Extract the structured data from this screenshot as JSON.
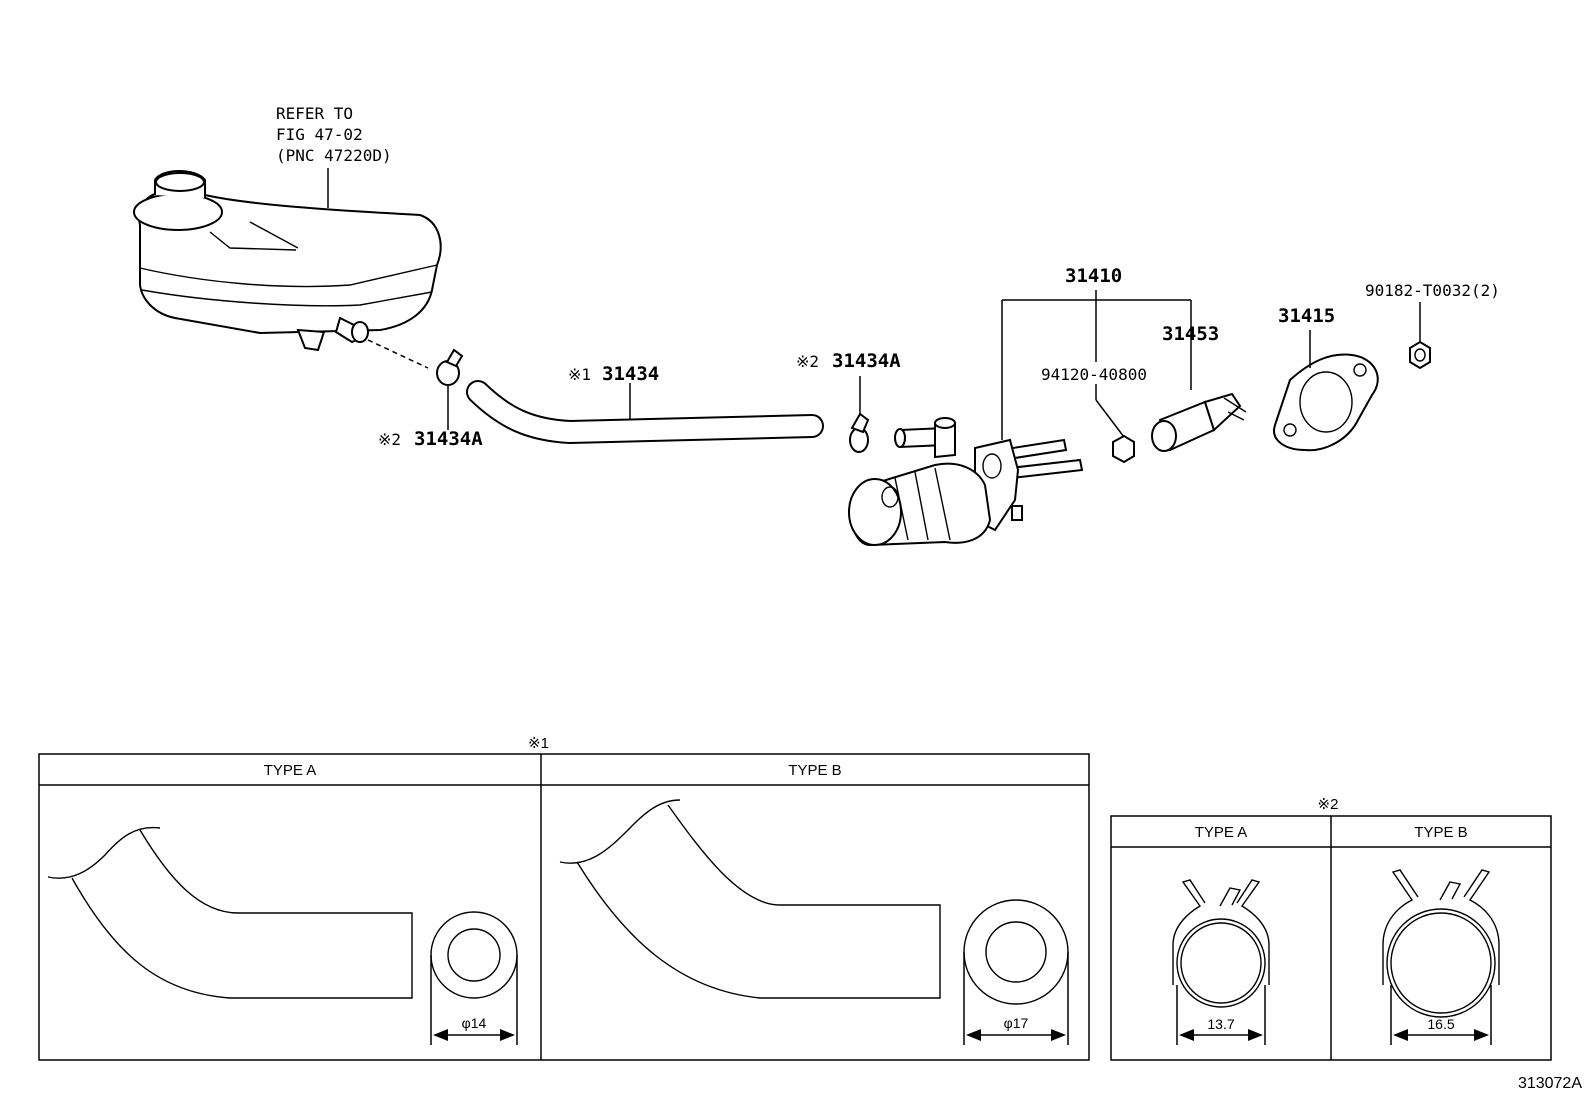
{
  "reference_note": [
    "REFER TO",
    "FIG 47-02",
    "(PNC 47220D)"
  ],
  "callouts": {
    "hose": "31434",
    "hose_mark": "※1",
    "clip_left": "31434A",
    "clip_left_mark": "※2",
    "clip_right": "31434A",
    "clip_right_mark": "※2",
    "master_cylinder_assy": "31410",
    "bolt": "94120-40800",
    "push_rod": "31453",
    "gasket": "31415",
    "nut": "90182-T0032(2)"
  },
  "hose_table": {
    "mark": "※1",
    "type_a_label": "TYPE A",
    "type_b_label": "TYPE B",
    "type_a_diameter": "φ14",
    "type_b_diameter": "φ17"
  },
  "clip_table": {
    "mark": "※2",
    "type_a_label": "TYPE A",
    "type_b_label": "TYPE B",
    "type_a_size": "13.7",
    "type_b_size": "16.5"
  },
  "figure_id": "313072A"
}
